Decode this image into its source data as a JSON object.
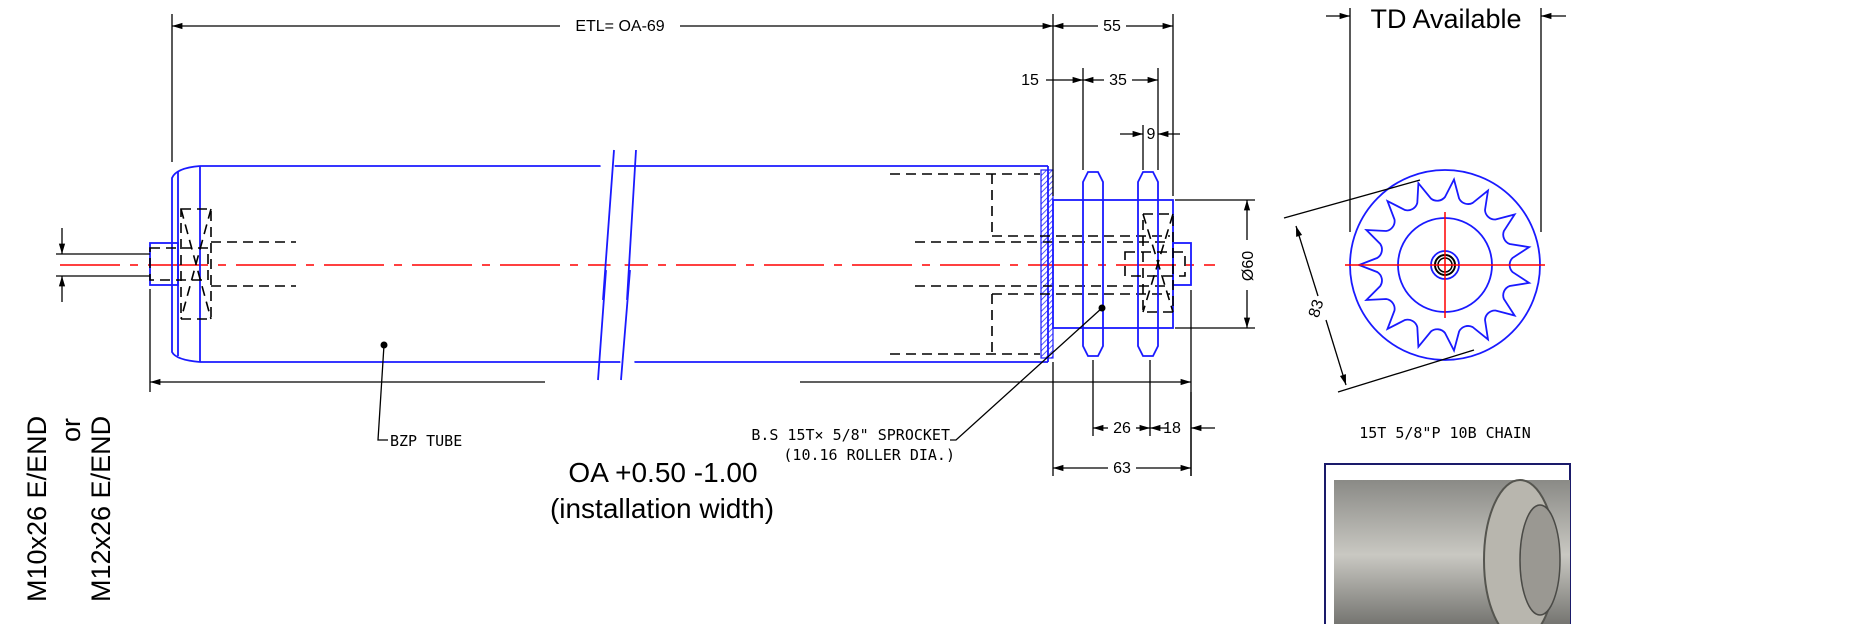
{
  "dimensions": {
    "etl": "ETL= OA-69",
    "d55": "55",
    "d15": "15",
    "d35": "35",
    "d9": "9",
    "dia60": "Ø60",
    "d83": "83",
    "d26": "26",
    "d18": "18",
    "d63": "63"
  },
  "labels": {
    "td_available": "TD Available",
    "bzp_tube": "BZP TUBE",
    "sprocket_line1": "B.S 15T× 5/8\" SPROCKET",
    "sprocket_line2": "(10.16 ROLLER DIA.)",
    "oa_line1": "OA +0.50 -1.00",
    "oa_line2": "(installation width)",
    "chain": "15T 5/8\"P 10B CHAIN",
    "end_line1": "M10x26 E/END",
    "end_or": "or",
    "end_line2": "M12x26 E/END"
  },
  "colors": {
    "outline": "#1a1aff",
    "centerline": "#ff0000",
    "dimension": "#000000"
  }
}
